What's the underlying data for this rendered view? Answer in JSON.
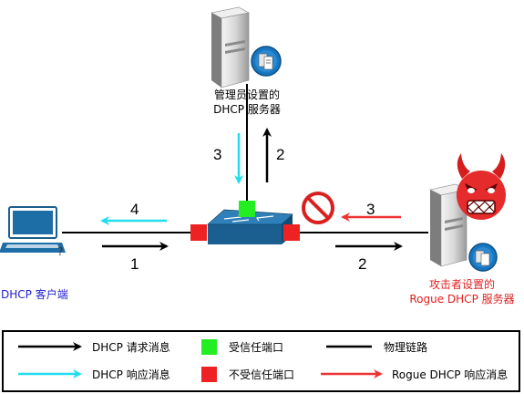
{
  "nodes": {
    "admin_server_label": [
      "管理员设置的",
      "DHCP 服务器"
    ],
    "client_label": "DHCP 客户端",
    "attacker_server_label": [
      "攻击者设置的",
      "Rogue DHCP 服务器"
    ]
  },
  "steps": {
    "s1": "1",
    "s2_up": "2",
    "s3_down": "3",
    "s4": "4",
    "s3_rogue": "3",
    "s2_right": "2"
  },
  "legend": {
    "request": "DHCP 请求消息",
    "trusted": "受信任端口",
    "link": "物理链路",
    "response": "DHCP 响应消息",
    "untrusted": "不受信任端口",
    "rogue_response": "Rogue DHCP 响应消息"
  },
  "colors": {
    "request": "#000000",
    "response": "#22ddee",
    "rogue": "#ee3333",
    "trusted": "#22ee22",
    "untrusted": "#ee2222",
    "switch": "#1f6f9f",
    "client_label": "#2222cc",
    "attacker_label": "#e02020"
  },
  "icons": {
    "server": "server-icon",
    "client": "laptop-icon",
    "switch": "switch-icon",
    "block": "no-entry-icon",
    "attacker": "devil-face-icon"
  }
}
